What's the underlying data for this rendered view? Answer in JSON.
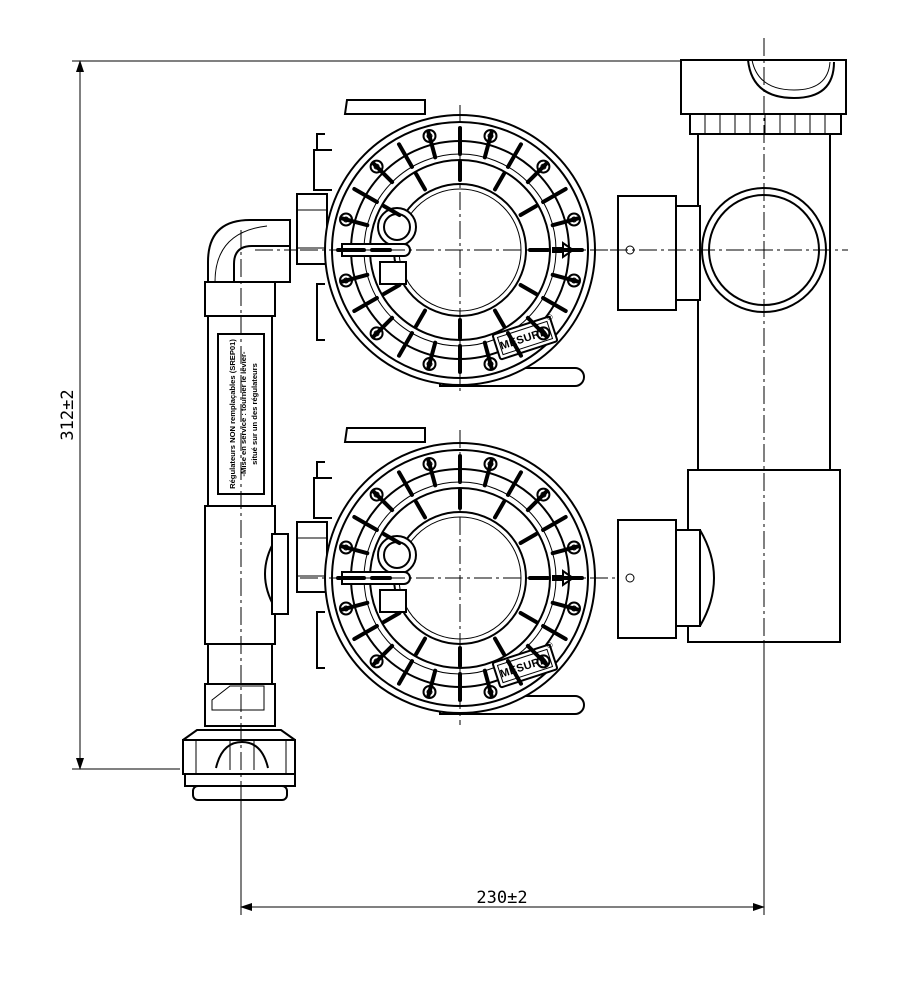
{
  "dimensions": {
    "height_label": "312±2",
    "width_label": "230±2"
  },
  "regulators": [
    {
      "brand": "MESURA",
      "registered_mark": "®"
    },
    {
      "brand": "MESURA",
      "registered_mark": "®"
    }
  ],
  "pipe_label": {
    "lines": [
      "Régulateurs NON remplaçables (SREP01)",
      "-Mise en service : tourner le levier-",
      "situé sur un des régulateurs"
    ]
  },
  "colors": {
    "line": "#000000",
    "background": "#ffffff"
  }
}
